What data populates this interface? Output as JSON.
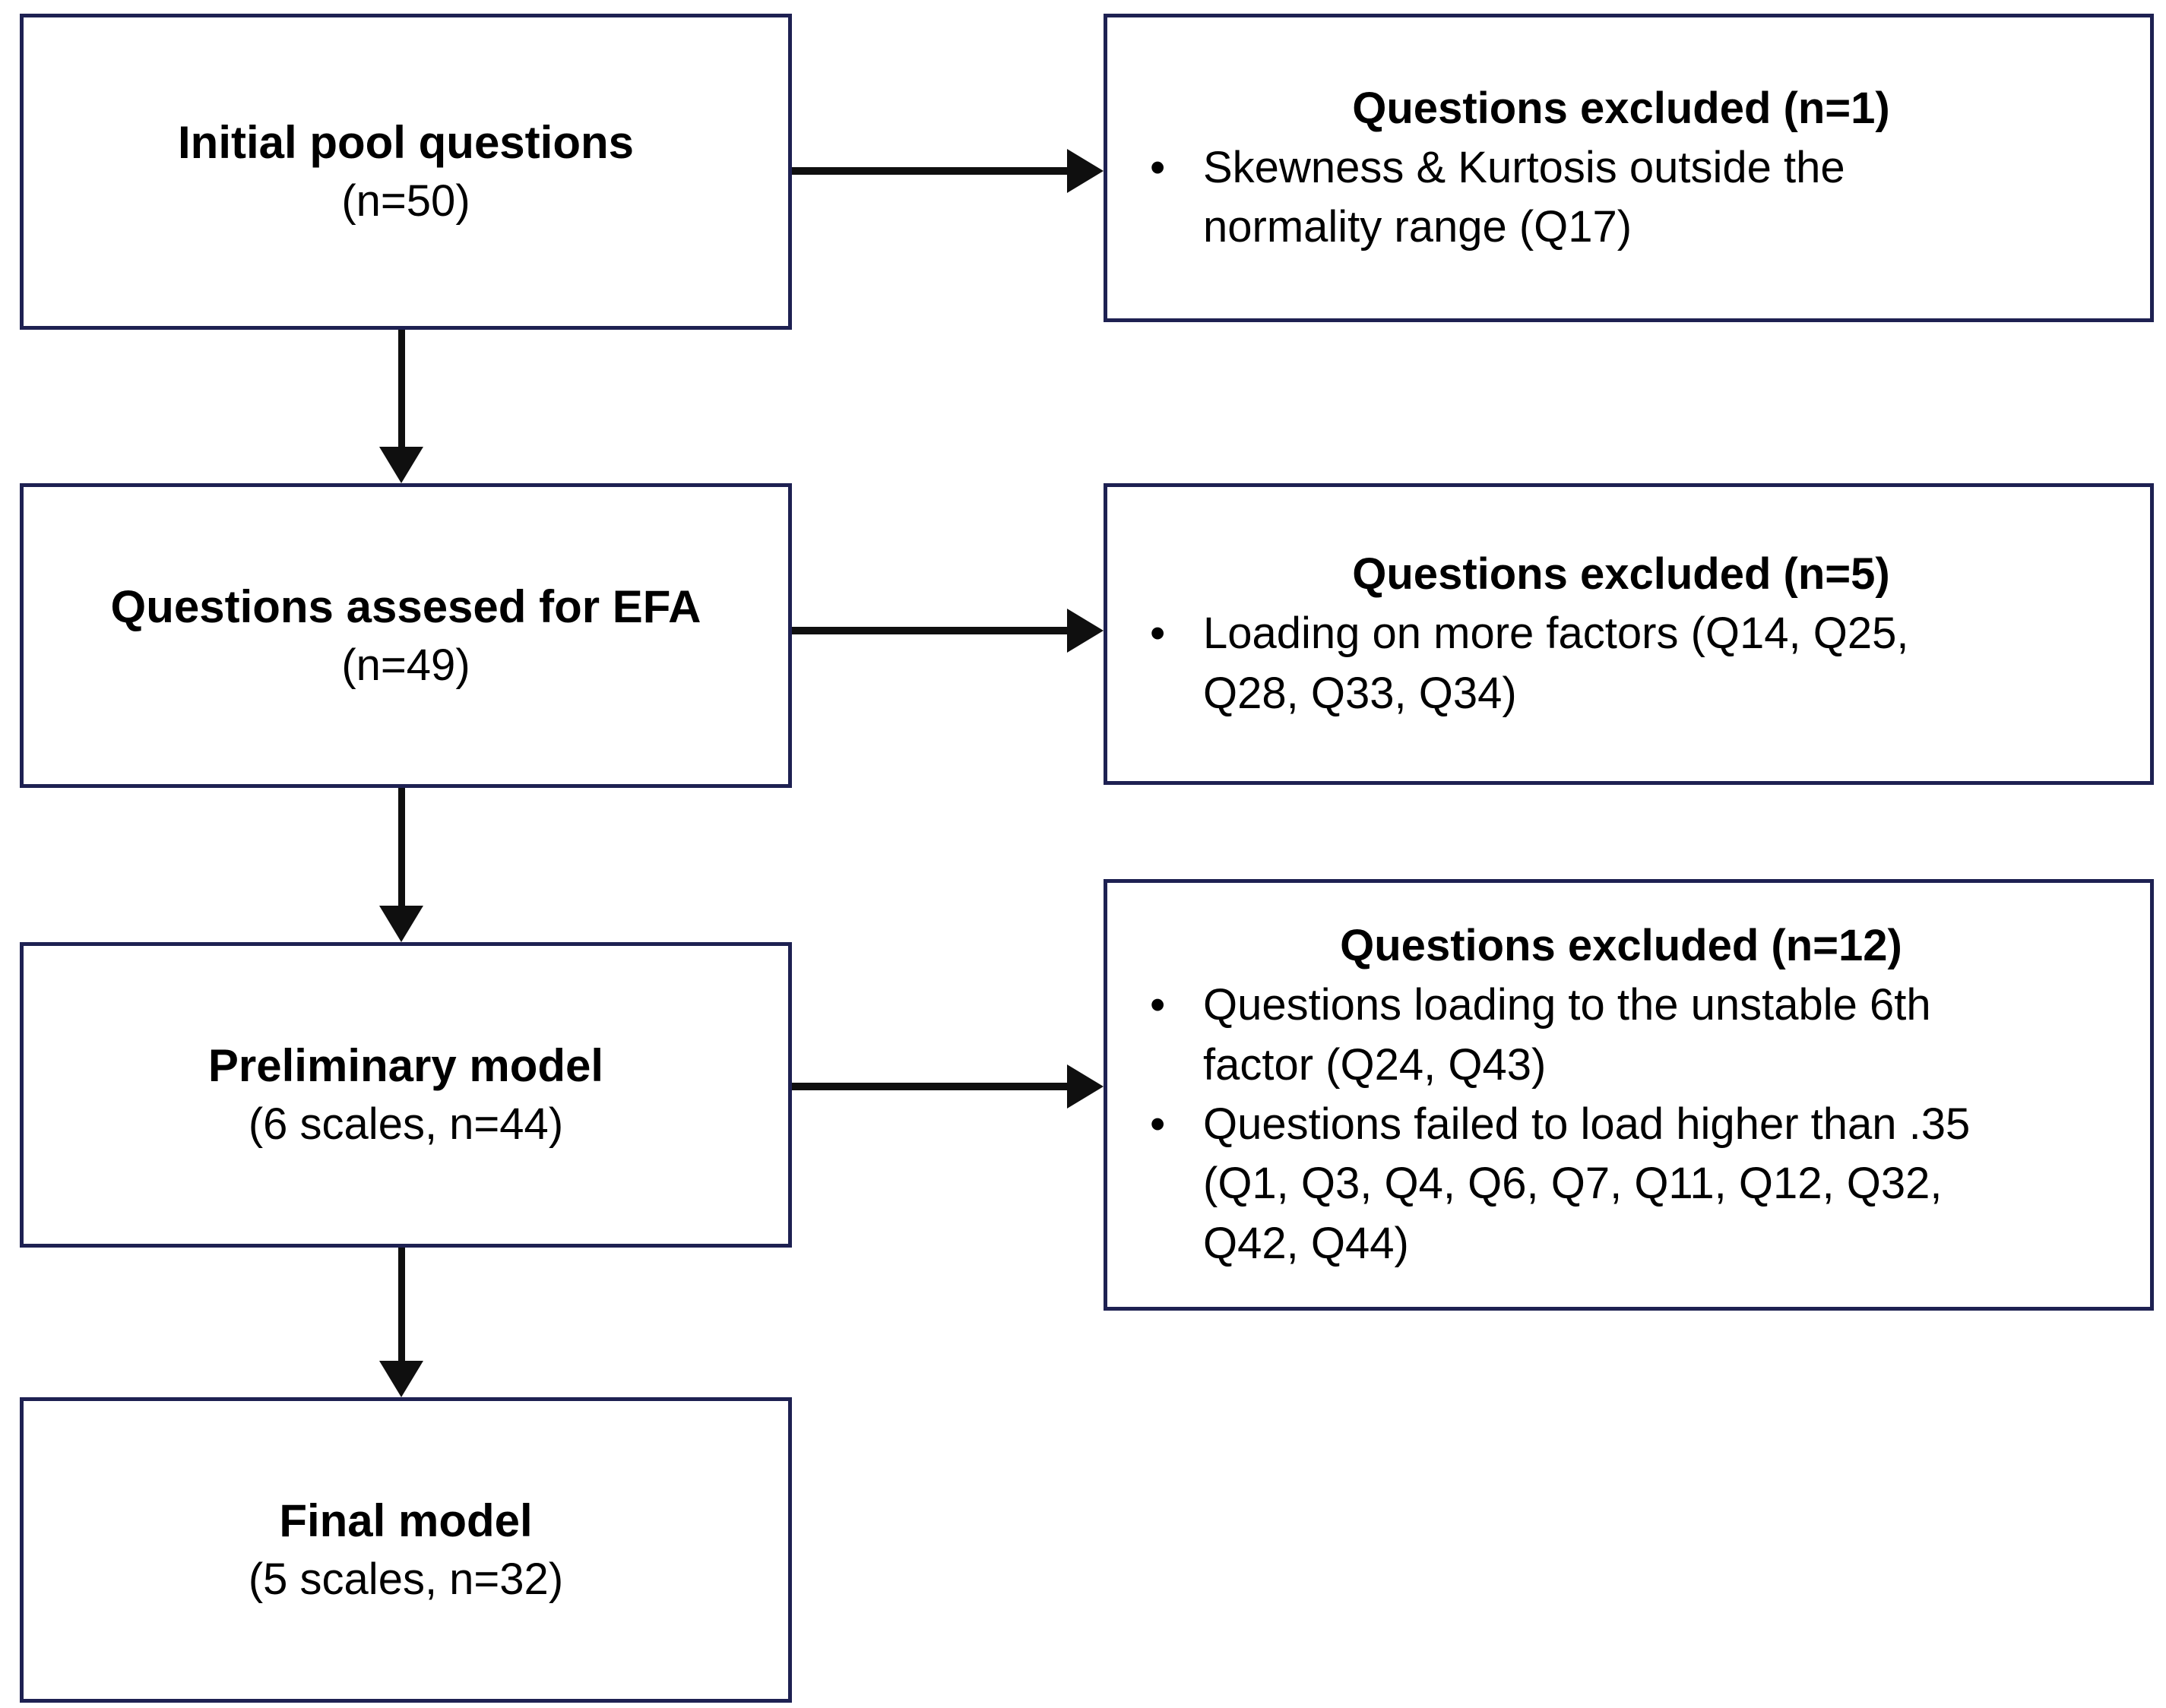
{
  "diagram": {
    "bullet_char": "•",
    "border_color": "#1e2152",
    "arrow_color": "#0f0f0f",
    "left_boxes": [
      {
        "title": "Initial pool questions",
        "subtitle": "(n=50)"
      },
      {
        "title": "Questions assesed for EFA",
        "subtitle": "(n=49)"
      },
      {
        "title": "Preliminary model",
        "subtitle": "(6 scales, n=44)"
      },
      {
        "title": "Final model",
        "subtitle": "(5 scales, n=32)"
      }
    ],
    "right_boxes": [
      {
        "heading": "Questions excluded (n=1)",
        "bullets": [
          "Skewness & Kurtosis outside the\nnormality range (Q17)"
        ]
      },
      {
        "heading": "Questions excluded (n=5)",
        "bullets": [
          "Loading on more factors (Q14, Q25,\nQ28, Q33, Q34)"
        ]
      },
      {
        "heading": "Questions excluded (n=12)",
        "bullets": [
          "Questions loading to the unstable 6th\nfactor (Q24, Q43)",
          "Questions failed to load higher than .35\n(Q1, Q3, Q4, Q6, Q7, Q11, Q12, Q32,\nQ42, Q44)"
        ]
      }
    ]
  }
}
